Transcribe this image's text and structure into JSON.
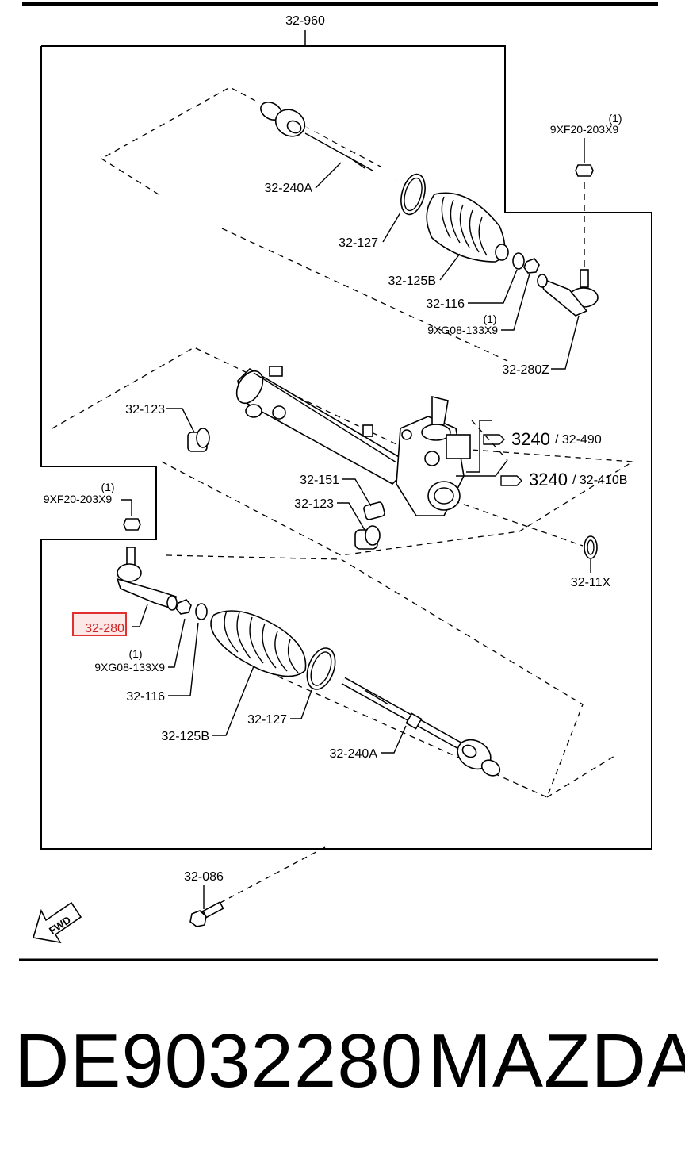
{
  "diagram": {
    "assembly_label": "32-960",
    "labels": {
      "nut_right": "9XF20-203X9",
      "nut_right_qty": "(1)",
      "rod_upper": "32-240A",
      "clamp_upper": "32-127",
      "boot_upper": "32-125B",
      "washer_upper": "32-116",
      "locknut_upper": "9XG08-133X9",
      "locknut_upper_qty": "(1)",
      "tie_rod_end_right": "32-280Z",
      "bushing_upper": "32-123",
      "ref_3240_a": "3240",
      "ref_490": "/ 32-490",
      "ref_3240_b": "3240",
      "ref_410b": "/ 32-410B",
      "nut_left": "9XF20-203X9",
      "nut_left_qty": "(1)",
      "insulator": "32-151",
      "bushing_lower": "32-123",
      "seal": "32-11X",
      "tie_rod_end_left": "32-280",
      "locknut_lower": "9XG08-133X9",
      "locknut_lower_qty": "(1)",
      "washer_lower": "32-116",
      "boot_lower": "32-125B",
      "clamp_lower": "32-127",
      "rod_lower": "32-240A",
      "bolt": "32-086",
      "fwd": "FWD"
    },
    "highlight_color": "#e03030"
  },
  "footer": {
    "part_number": "DE9032280",
    "brand": "MAZDA"
  }
}
